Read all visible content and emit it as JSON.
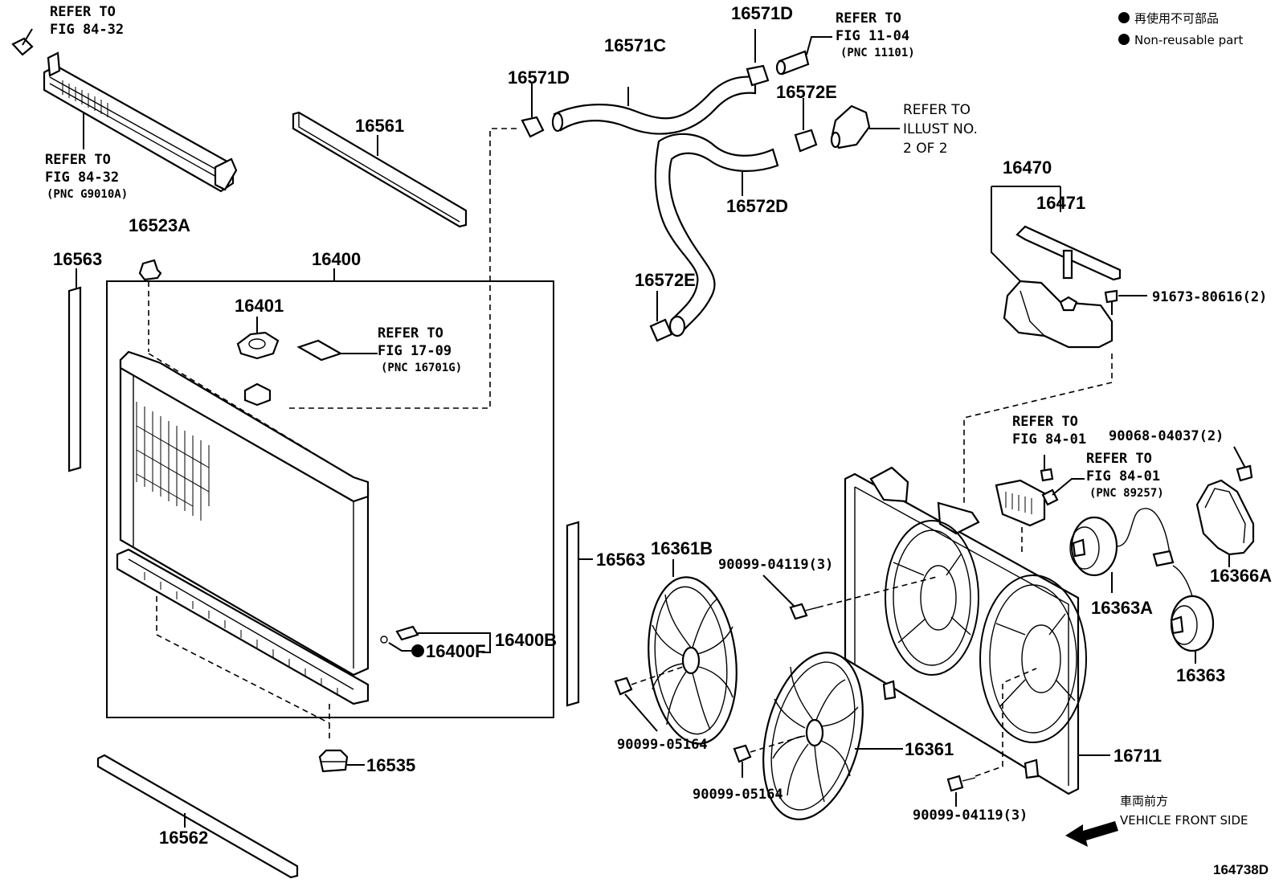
{
  "legend": {
    "non_reusable_jp": "再使用不可部品",
    "non_reusable_en": "Non-reusable part"
  },
  "figure_number": "164738D",
  "front_side": {
    "jp": "車両前方",
    "en": "VEHICLE FRONT SIDE"
  },
  "references": {
    "fig_84_32_top": {
      "line1": "REFER TO",
      "line2": "FIG 84-32"
    },
    "fig_84_32_cooler": {
      "line1": "REFER TO",
      "line2": "FIG 84-32",
      "pnc": "(PNC G9010A)"
    },
    "fig_11_04": {
      "line1": "REFER TO",
      "line2": "FIG 11-04",
      "pnc": "(PNC 11101)"
    },
    "illust_no": {
      "line1": "REFER TO",
      "line2": "ILLUST NO.",
      "line3": "2 OF 2"
    },
    "fig_17_09": {
      "line1": "REFER TO",
      "line2": "FIG 17-09",
      "pnc": "(PNC 16701G)"
    },
    "fig_84_01_a": {
      "line1": "REFER TO",
      "line2": "FIG 84-01"
    },
    "fig_84_01_b": {
      "line1": "REFER TO",
      "line2": "FIG 84-01",
      "pnc": "(PNC 89257)"
    }
  },
  "parts": {
    "p16561": "16561",
    "p16523A": "16523A",
    "p16563_left": "16563",
    "p16400": "16400",
    "p16401": "16401",
    "p16571D_left": "16571D",
    "p16571C": "16571C",
    "p16571D_top": "16571D",
    "p16572E_top": "16572E",
    "p16572D": "16572D",
    "p16572E_bottom": "16572E",
    "p16470": "16470",
    "p16471": "16471",
    "p91673": "91673-80616(2)",
    "p90068": "90068-04037(2)",
    "p16563_right": "16563",
    "p16361B": "16361B",
    "p90099_04119_top": "90099-04119(3)",
    "p16366A": "16366A",
    "p16363A": "16363A",
    "p16363": "16363",
    "p16400B": "16400B",
    "p16400F": "16400F",
    "p16535": "16535",
    "p16562": "16562",
    "p90099_05164_left": "90099-05164",
    "p16361": "16361",
    "p90099_05164_mid": "90099-05164",
    "p16711": "16711",
    "p90099_04119_bottom": "90099-04119(3)"
  },
  "colors": {
    "ink": "#000000",
    "paper": "#ffffff"
  }
}
